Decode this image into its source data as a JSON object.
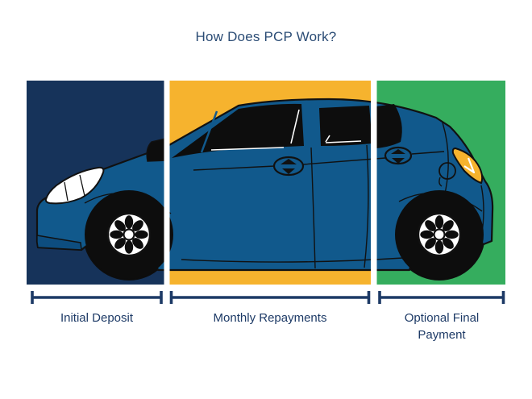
{
  "title": "How Does PCP Work?",
  "colors": {
    "background": "#ffffff",
    "title_text": "#2b4c75",
    "label_text": "#1d3a66",
    "bracket": "#1d3a66",
    "panel_deposit": "#16335a",
    "panel_monthly": "#f6b32e",
    "panel_final": "#35ad5e",
    "car_body": "#11598c",
    "car_body_shade": "#0d4d7f",
    "car_outline": "#111111",
    "window_glass": "#0d0d0d",
    "tire": "#0d0d0d",
    "rim": "#ffffff",
    "headlight": "#ffffff",
    "taillight": "#f6b32e",
    "gap": "#ffffff"
  },
  "sections": [
    {
      "id": "deposit",
      "label": "Initial Deposit"
    },
    {
      "id": "monthly",
      "label": "Monthly Repayments"
    },
    {
      "id": "final",
      "label": "Optional Final Payment"
    }
  ],
  "illustration": {
    "name": "blue-hatchback-side-view"
  }
}
